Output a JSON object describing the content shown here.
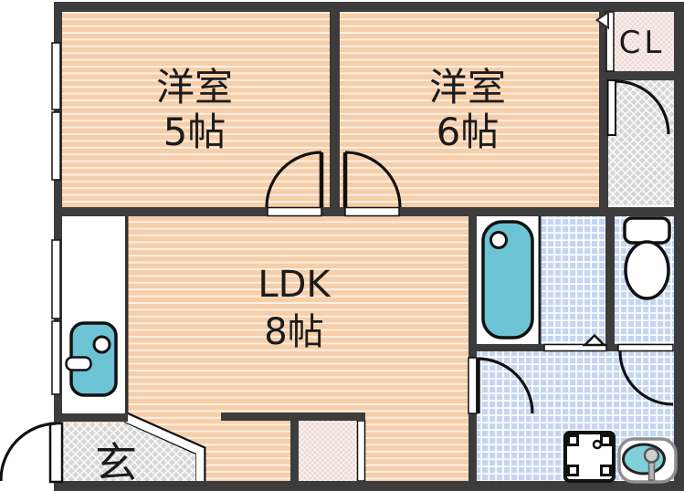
{
  "plan_title": "apartment-floor-plan",
  "rooms": {
    "bedroom_left": {
      "name": "洋室",
      "size": "5帖"
    },
    "bedroom_right": {
      "name": "洋室",
      "size": "6帖"
    },
    "ldk": {
      "name": "LDK",
      "size": "8帖"
    },
    "closet": {
      "label": "CL"
    },
    "entrance": {
      "label": "玄"
    }
  },
  "icons": [
    "bathtub-icon",
    "toilet-icon",
    "washbasin-icon",
    "washing-machine-pan-icon",
    "kitchen-sink-icon",
    "door-swing-arc-icon",
    "folding-door-triangle-icon",
    "closet-slide-arrow-icon",
    "window-icon"
  ],
  "colors": {
    "wall": "#3C3C3C",
    "floor_wood_peach": "#F6CEA9",
    "floor_tile_blue": "#C6D6F1",
    "floor_entrance_gray": "#D6D6D6",
    "closet_pink": "#EDD9D4",
    "fixture_teal": "#6BC3D4",
    "basin_teal": "#7FD0D8"
  }
}
